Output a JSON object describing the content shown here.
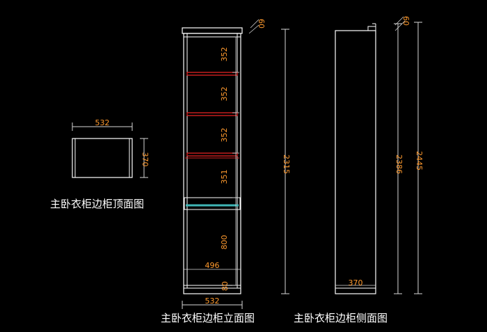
{
  "colors": {
    "background": "#000000",
    "outline": "#ffffff",
    "dimension_line": "#d7d7d7",
    "dimension_text": "#ff9a2e",
    "shelf": "#d02020",
    "rail": "#3fb6b6"
  },
  "top_view": {
    "title": "主卧衣柜边柜顶面图",
    "width_label": "532",
    "depth_label": "370"
  },
  "front_view": {
    "title": "主卧衣柜边柜立面图",
    "shelf_gap_labels": [
      "352",
      "352",
      "352",
      "351"
    ],
    "hanging_height_label": "800",
    "inner_width_label": "496",
    "base_height_label": "80",
    "outer_width_label": "532",
    "total_height_label": "2315",
    "top_trim_label": "60"
  },
  "side_view": {
    "title": "主卧衣柜边柜侧面图",
    "depth_label": "370",
    "body_height_label": "2386",
    "overall_height_label": "2445",
    "top_trim_label": "60"
  }
}
